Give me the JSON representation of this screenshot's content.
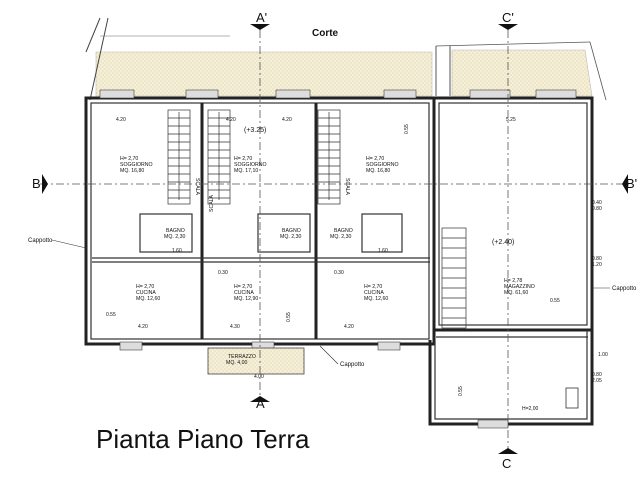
{
  "title": "Pianta Piano Terra",
  "courtyard_label": "Corte",
  "section_marks": {
    "a_top": "A'",
    "a_bottom": "A",
    "b_left": "B",
    "b_right": "B'",
    "c_top": "C'",
    "c_bottom": "C"
  },
  "rooms": {
    "living_1": {
      "h": "H= 2,70",
      "name": "SOGGIORNO",
      "area": "MQ. 16,80"
    },
    "living_2": {
      "h": "H= 2,70",
      "name": "SOGGIORNO",
      "area": "MQ. 17,10"
    },
    "living_3": {
      "h": "H= 2,70",
      "name": "SOGGIORNO",
      "area": "MQ. 16,80"
    },
    "bath_1": {
      "name": "BAGNO",
      "area": "MQ. 2,30"
    },
    "bath_2": {
      "name": "BAGNO",
      "area": "MQ. 2,30"
    },
    "bath_3": {
      "name": "BAGNO",
      "area": "MQ. 2,30"
    },
    "kitchen_1": {
      "h": "H= 2,70",
      "name": "CUCINA",
      "area": "MQ. 12,60"
    },
    "kitchen_2": {
      "h": "H= 2,70",
      "name": "CUCINA",
      "area": "MQ. 12,90"
    },
    "kitchen_3": {
      "h": "H= 2,70",
      "name": "CUCINA",
      "area": "MQ. 12,60"
    },
    "storage": {
      "h": "H= 2,78",
      "name": "MAGAZZINO",
      "area": "MQ. 61,60"
    },
    "terrace": {
      "name": "TERRAZZO",
      "area": "MQ. 4,00"
    }
  },
  "stair_labels": {
    "s1": "SCALA",
    "s2": "SCALA",
    "s3": "SCALA"
  },
  "levels": {
    "upper": "(+3.25)",
    "storage": "(+2.40)"
  },
  "annotations": {
    "cappotto_left": "Cappotto",
    "cappotto_bottom": "Cappotto",
    "cappotto_right": "Cappotto"
  },
  "dimensions": {
    "top_1": "4.20",
    "top_2": "4.20",
    "top_3": "4.20",
    "top_4": "5.25",
    "d_055_top": "0.55",
    "d_030_a": "0.30",
    "d_030_b": "0.30",
    "d_055_left": "0.55",
    "d_055_mid": "0.55",
    "d_055_right": "0.55",
    "d_055_lower": "0.55",
    "bot_1": "4.20",
    "bot_2": "4.30",
    "bot_3": "4.20",
    "terrace_w": "4.00",
    "h_200": "H=2,00",
    "w_160_a": "1.60",
    "w_160_b": "1.60",
    "r_040": "0.40",
    "r_080": "0.80",
    "r_120": "1.20",
    "r_080b": "0.80",
    "r_100": "1.00",
    "r_080c": "0.80",
    "r_205": "2.05"
  }
}
